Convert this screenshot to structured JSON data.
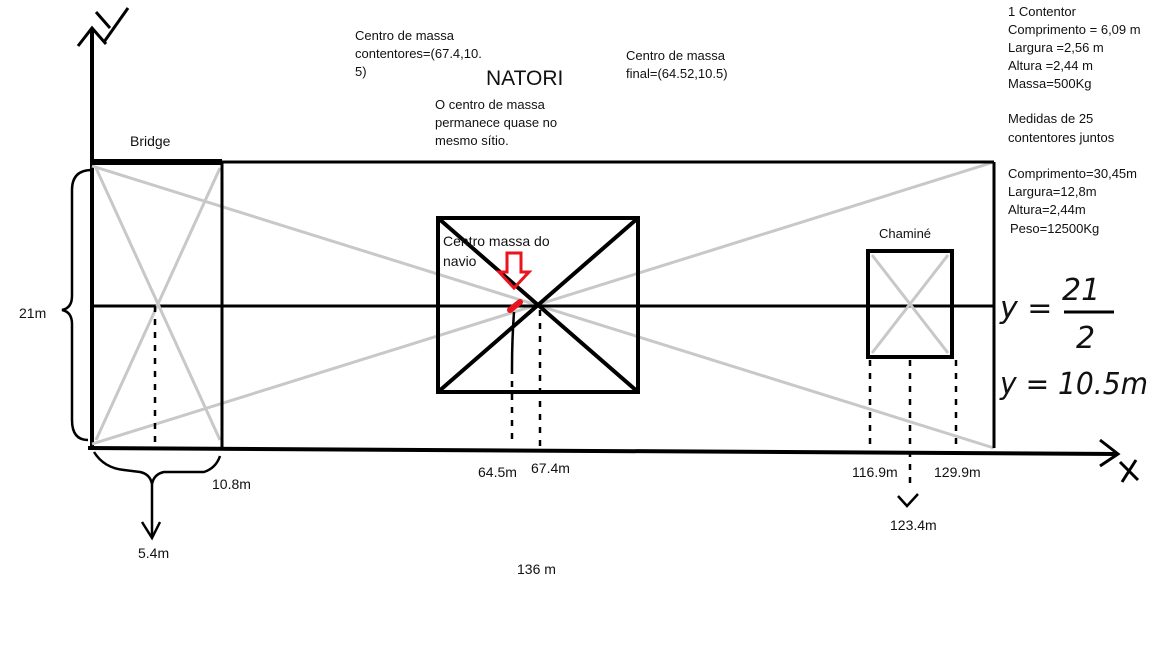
{
  "colors": {
    "ink": "#000000",
    "diagonal_gray": "#c8c8c8",
    "marker_red": "#e8141e"
  },
  "title": "NATORI",
  "axes": {
    "x_label": "x",
    "y_label": "y"
  },
  "labels": {
    "bridge": "Bridge",
    "chimney": "Chaminé",
    "ship_center": [
      "Centro massa do",
      "navio"
    ],
    "height": "21m",
    "length": "136 m"
  },
  "notes": {
    "containers_center": [
      "Centro de massa",
      "contentores=(67.4,10.",
      "5)"
    ],
    "final_center": [
      "Centro de massa",
      "final=(64.52,10.5)"
    ],
    "remark": [
      "O centro de massa",
      "permanece quase no",
      "mesmo sítio."
    ]
  },
  "spec_single": [
    "1 Contentor",
    "Comprimento = 6,09 m",
    "Largura =2,56 m",
    "Altura =2,44 m",
    "Massa=500Kg"
  ],
  "spec_group": [
    "Medidas de 25",
    "contentores juntos",
    "",
    "Comprimento=30,45m",
    "Largura=12,8m",
    "Altura=2,44m",
    "Peso=12500Kg"
  ],
  "handwriting": {
    "y_equation": "y = 21/2",
    "eq_lhs": "y =",
    "eq_num": "21",
    "eq_den": "2",
    "y_value": "y = 10.5m"
  },
  "measures": {
    "bridge_mid": "5.4m",
    "bridge_end": "10.8m",
    "final_x": "64.5m",
    "containers_x": "67.4m",
    "chimney_start": "116.9m",
    "chimney_end": "129.9m",
    "chimney_mid": "123.4m"
  }
}
